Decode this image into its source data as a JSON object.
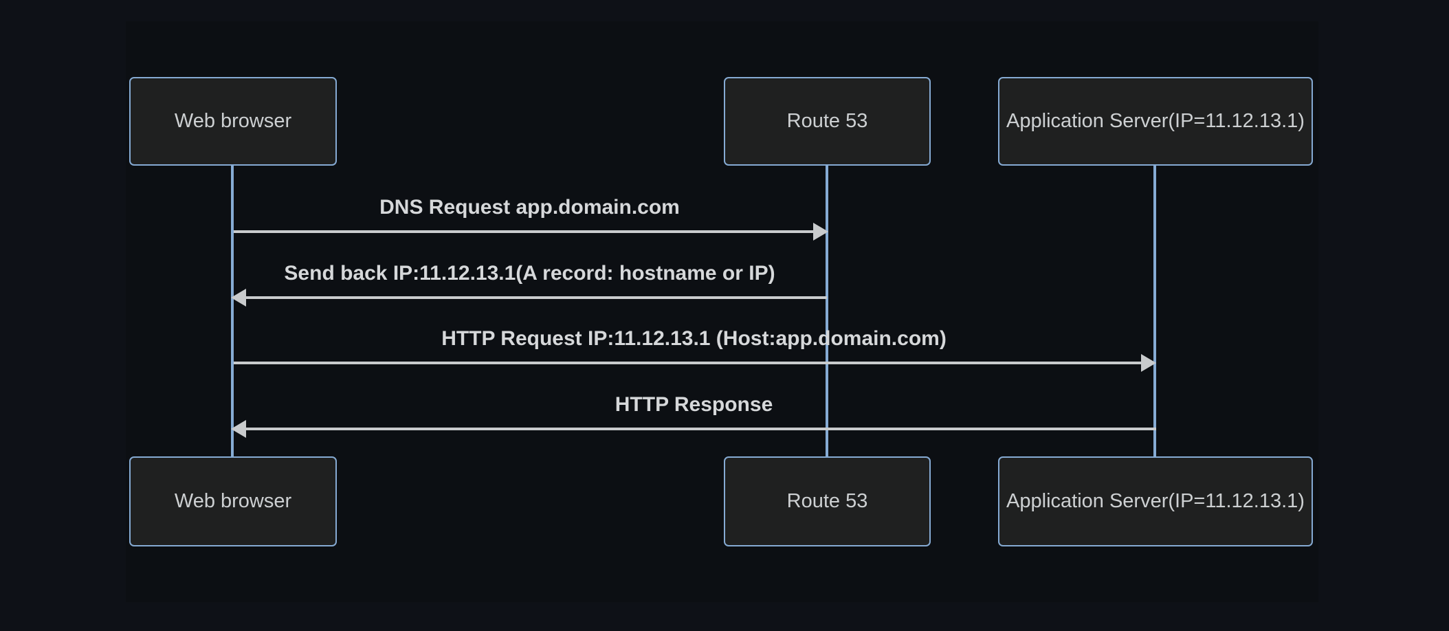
{
  "diagram": {
    "type": "sequence-diagram",
    "theme": {
      "background": "#0e1117",
      "panel_background": "#0c0f13",
      "actor_fill": "#1f2020",
      "actor_border": "#86abd4",
      "actor_text": "#cdd0d2",
      "lifeline_color": "#86abd4",
      "signal_color": "#c9cbcd",
      "signal_text": "#d6d8da"
    },
    "actors": [
      {
        "id": "web-browser",
        "label": "Web browser"
      },
      {
        "id": "route-53",
        "label": "Route 53"
      },
      {
        "id": "application-server",
        "label": "Application Server(IP=11.12.13.1)"
      }
    ],
    "messages": [
      {
        "from": "web-browser",
        "to": "route-53",
        "direction": "right",
        "arrow": "solid-filled-head",
        "label": "DNS Request app.domain.com"
      },
      {
        "from": "route-53",
        "to": "web-browser",
        "direction": "left",
        "arrow": "solid-filled-head",
        "label": "Send back IP:11.12.13.1(A record: hostname or IP)"
      },
      {
        "from": "web-browser",
        "to": "application-server",
        "direction": "right",
        "arrow": "solid-filled-head",
        "label": "HTTP Request IP:11.12.13.1 (Host:app.domain.com)"
      },
      {
        "from": "application-server",
        "to": "web-browser",
        "direction": "left",
        "arrow": "solid-filled-head",
        "label": "HTTP Response"
      }
    ]
  }
}
